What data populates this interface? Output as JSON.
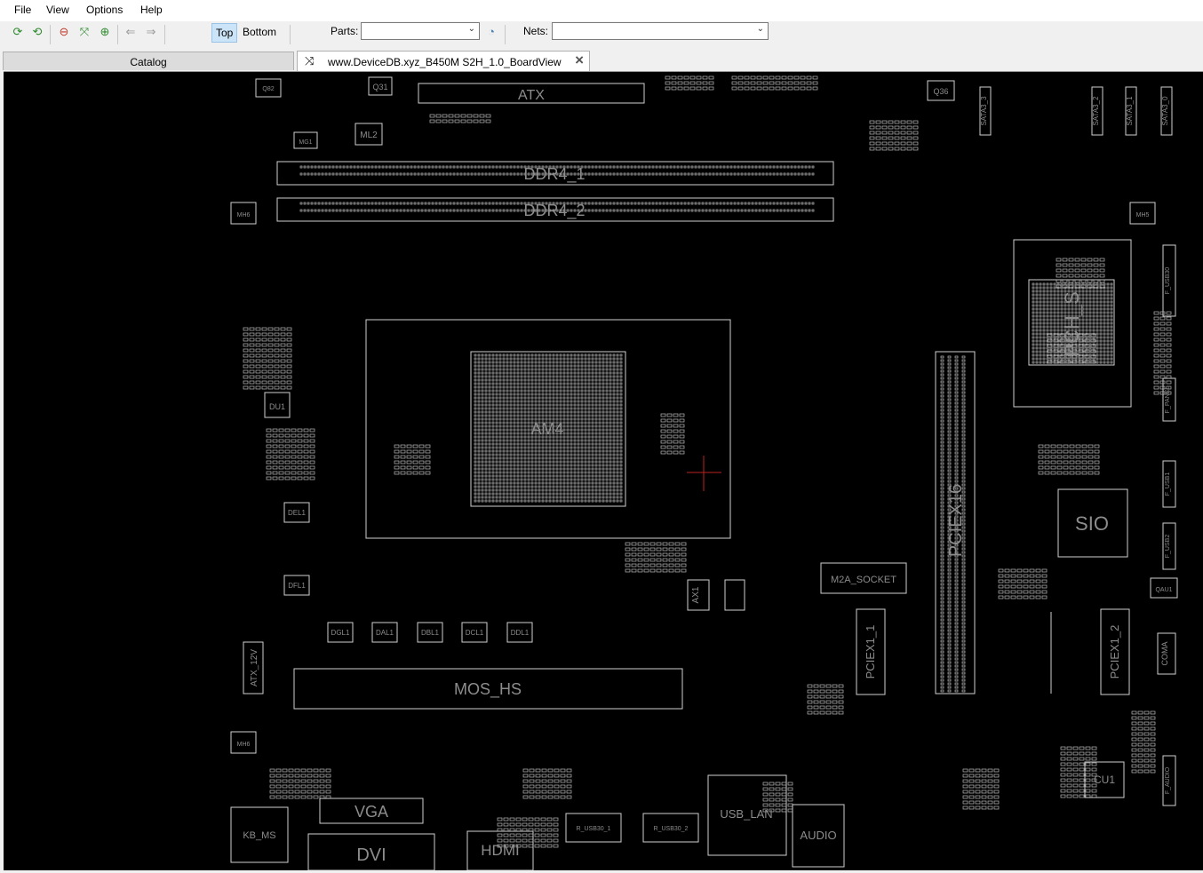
{
  "menu": {
    "file": "File",
    "view": "View",
    "options": "Options",
    "help": "Help"
  },
  "toolbar": {
    "icons": [
      "refresh-icon",
      "reload-icon",
      "zoom-out-icon",
      "zoom-fit-icon",
      "zoom-in-icon",
      "back-icon",
      "forward-icon",
      "bulb-icon"
    ],
    "top_label": "Top",
    "bottom_label": "Bottom",
    "parts_label": "Parts:",
    "parts_value": "",
    "nets_label": "Nets:",
    "nets_value": ""
  },
  "tabs": {
    "catalog": "Catalog",
    "board": "www.DeviceDB.xyz_B450M S2H_1.0_BoardView"
  },
  "board": {
    "colors": {
      "background": "#000000",
      "outline": "#cfcfcf",
      "label": "#8c8c8c",
      "pin": "#bdbdbd"
    },
    "labels": {
      "atx": "ATX",
      "ddr4_1": "DDR4_1",
      "ddr4_2": "DDR4_2",
      "am4": "AM4",
      "pch": "PCH_S",
      "sio": "SIO",
      "pciex16": "PCIEX16",
      "pciex1_1": "PCIEX1_1",
      "pciex1_2": "PCIEX1_2",
      "m2a": "M2A_SOCKET",
      "mos": "MOS_HS",
      "vga": "VGA",
      "dvi": "DVI",
      "hdmi": "HDMI",
      "kbms": "KB_MS",
      "usblan": "USB_LAN",
      "audio": "AUDIO",
      "atx12v": "ATX_12V",
      "cu1": "CU1",
      "du1": "DU1",
      "del1": "DEL1",
      "dfl1": "DFL1",
      "dgl1": "DGL1",
      "dal1": "DAL1",
      "dbl1": "DBL1",
      "dcl1": "DCL1",
      "ddl1": "DDL1",
      "ax1": "AX1",
      "ml2": "ML2",
      "q31": "Q31",
      "q36": "Q36",
      "mh6a": "MH6",
      "mh6b": "MH6",
      "mh5": "MH5",
      "sata3_3": "SATA3_3",
      "sata3_2": "SATA3_2",
      "sata3_1": "SATA3_1",
      "sata3_0": "SATA3_0",
      "qau1": "QAU1",
      "coma": "COMA",
      "mg1": "MG1",
      "q82": "Q82",
      "f_usb30": "F_USB30",
      "f_panel": "F_PANEL",
      "f_usb1": "F_USB1",
      "f_usb2": "F_USB2",
      "f_audio": "F_AUDIO",
      "usb30_1": "R_USB30_1",
      "usb30_2": "R_USB30_2"
    }
  }
}
